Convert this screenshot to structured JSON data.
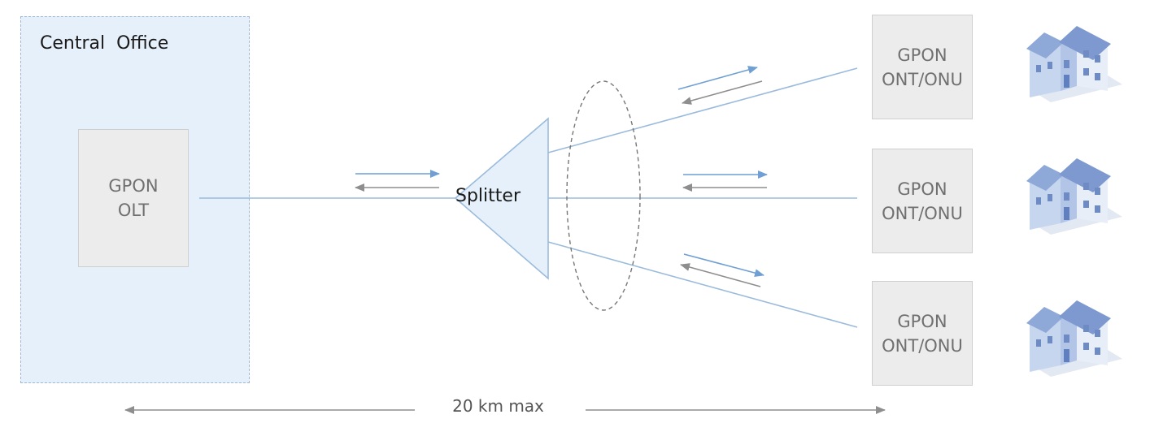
{
  "central_office": {
    "label": "Central  Office"
  },
  "olt": {
    "line1": "GPON",
    "line2": "OLT"
  },
  "splitter": {
    "label": "Splitter"
  },
  "onts": [
    {
      "line1": "GPON",
      "line2": "ONT/ONU"
    },
    {
      "line1": "GPON",
      "line2": "ONT/ONU"
    },
    {
      "line1": "GPON",
      "line2": "ONT/ONU"
    }
  ],
  "distance": {
    "label": "20 km max"
  },
  "icons": {
    "premises": "house-icon"
  },
  "colors": {
    "fiber": "#9bbbdc",
    "downstream_arrow": "#6f9fd3",
    "upstream_arrow": "#8e8e8e",
    "office_fill": "#e6f0fa",
    "equipment_fill": "#ececec"
  }
}
